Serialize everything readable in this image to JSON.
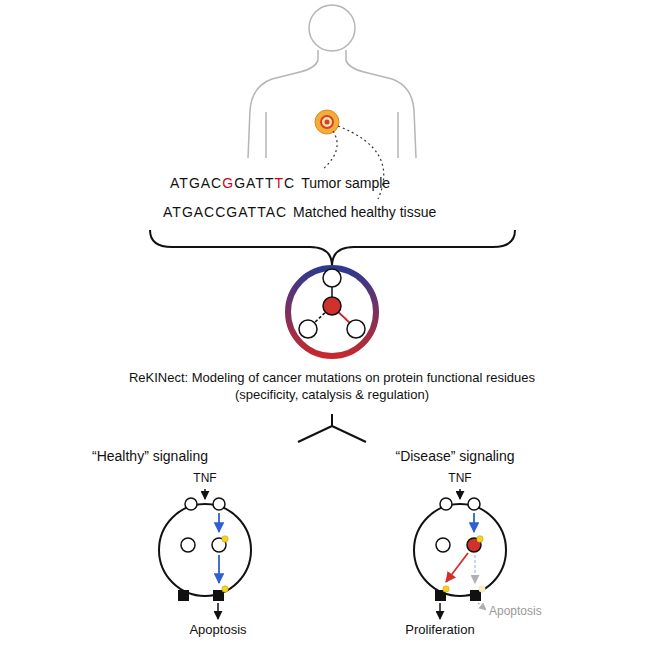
{
  "diagram": {
    "labels": [
      "ATGACGGATTTC",
      "Tumor sample",
      "ATGACCGATTAC",
      "Matched healthy tissue",
      "ReKINect: Modeling of cancer mutations on protein functional residues (specificity, catalysis & regulation)",
      "“Healthy” signaling",
      "“Disease” signaling",
      "TNF",
      "TNF",
      "Apoptosis",
      "Proliferation",
      "Apoptosis"
    ]
  }
}
